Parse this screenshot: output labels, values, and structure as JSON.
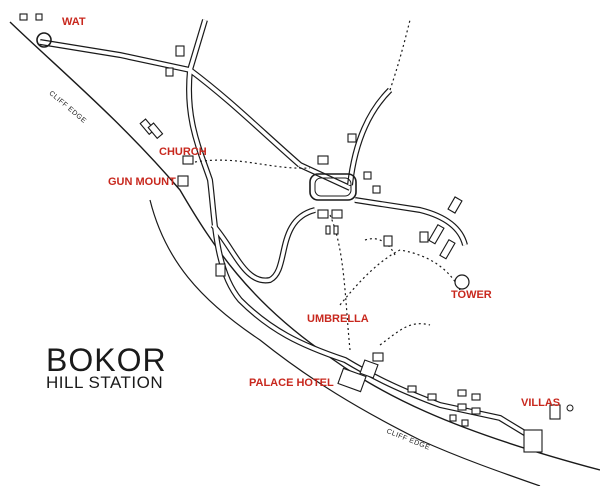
{
  "map": {
    "title": "BOKOR",
    "subtitle": "HILL STATION",
    "places": {
      "wat": "WAT",
      "church": "CHURCH",
      "gun_mount": "GUN MOUNT",
      "tower": "TOWER",
      "umbrella": "UMBRELLA",
      "palace_hotel": "PALACE HOTEL",
      "villas": "VILLAS"
    },
    "cliff_edge": "CLIFF EDGE",
    "colors": {
      "label": "#c8281e",
      "ink": "#1a1a1a",
      "background": "#ffffff"
    }
  }
}
